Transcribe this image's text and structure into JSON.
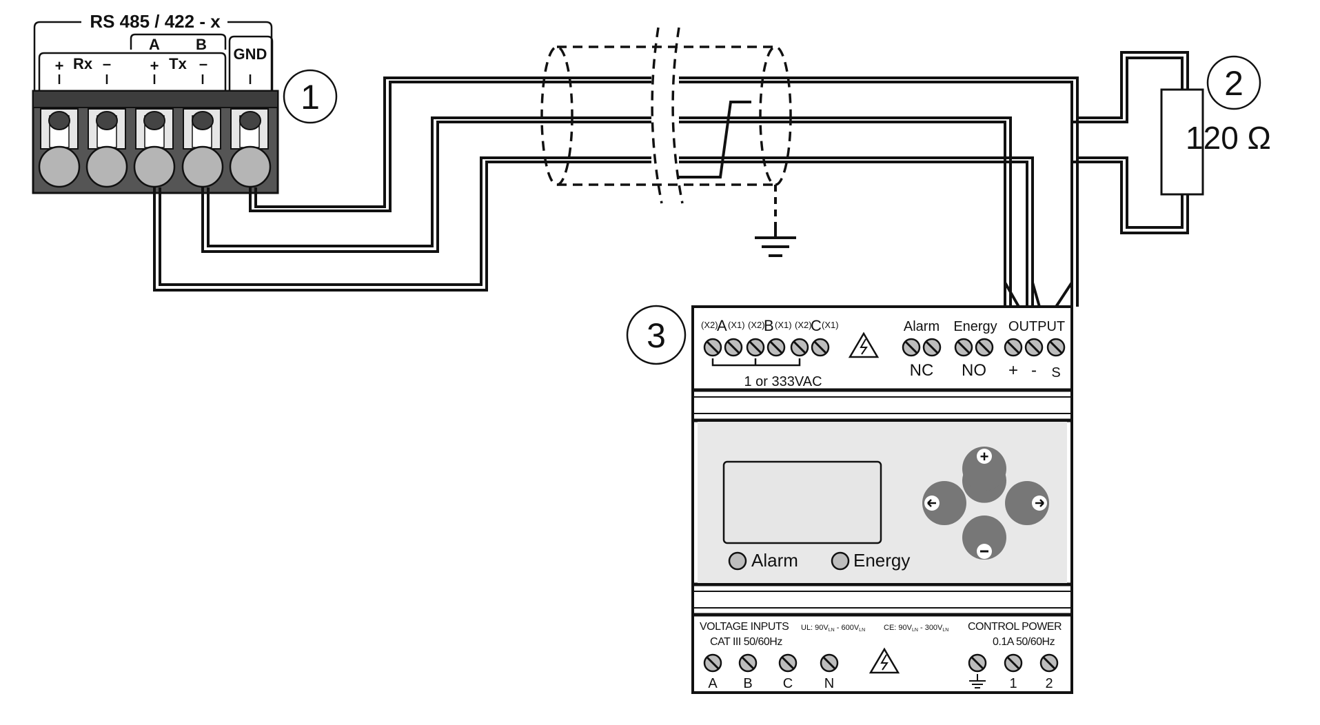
{
  "connector": {
    "title": "RS 485 / 422 - x",
    "a_label": "A",
    "b_label": "B",
    "rx_label": "Rx",
    "tx_label": "Tx",
    "gnd_label": "GND",
    "plus": "+",
    "minus": "–"
  },
  "callouts": {
    "one": "1",
    "two": "2",
    "three": "3"
  },
  "resistor": {
    "value": "120 Ω"
  },
  "meter": {
    "top": {
      "x2": "(X2)",
      "x1": "(X1)",
      "a": "A",
      "b": "B",
      "c": "C",
      "ct_input": "1 or 333VAC",
      "alarm": "Alarm",
      "energy": "Energy",
      "output": "OUTPUT",
      "nc": "NC",
      "no": "NO",
      "out_plus": "+",
      "out_minus": "-",
      "out_s": "S"
    },
    "panel": {
      "alarm_led": "Alarm",
      "energy_led": "Energy"
    },
    "bottom": {
      "voltage_inputs": "VOLTAGE INPUTS",
      "ul_prefix": "UL: 90V",
      "ul_mid": " - 600V",
      "ce_prefix": "CE: 90V",
      "ce_mid": " - 300V",
      "ln": "LN",
      "control_power": "CONTROL POWER",
      "cat": "CAT III 50/60Hz",
      "current": "0.1A 50/60Hz",
      "term_a": "A",
      "term_b": "B",
      "term_c": "C",
      "term_n": "N",
      "term_1": "1",
      "term_2": "2"
    }
  }
}
